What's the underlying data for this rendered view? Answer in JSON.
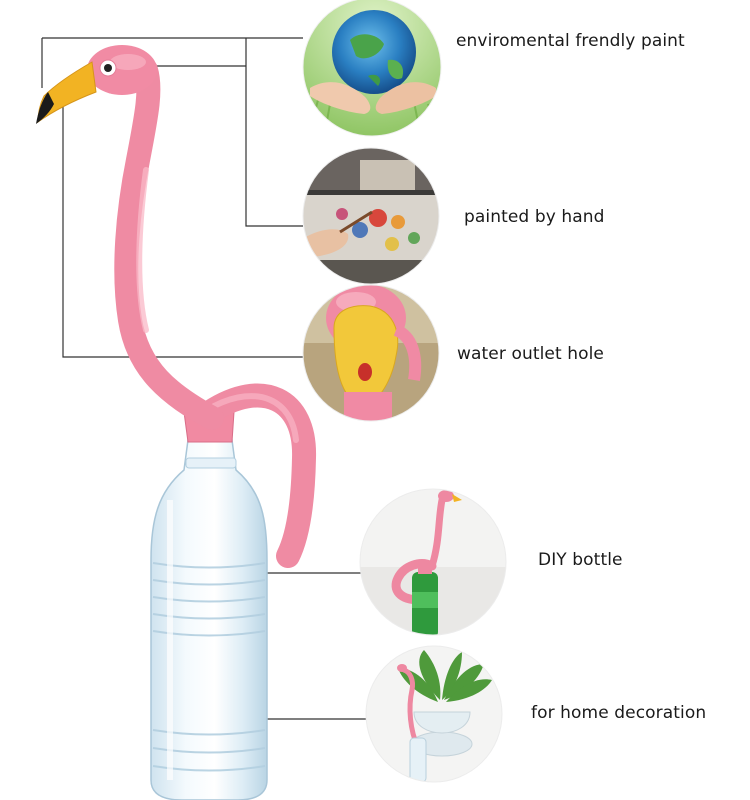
{
  "features": [
    {
      "label": "enviromental frendly paint",
      "photo": "hands-holding-earth"
    },
    {
      "label": "painted by hand",
      "photo": "hand-painting-palette"
    },
    {
      "label": "water outlet hole",
      "photo": "flamingo-beak-closeup"
    },
    {
      "label": "DIY bottle",
      "photo": "flamingo-on-green-bottle"
    },
    {
      "label": "for home decoration",
      "photo": "flamingo-with-potted-plant"
    }
  ],
  "colors": {
    "flamingo_pink": "#f28aa3",
    "beak_yellow": "#f2b323",
    "beak_tip": "#1b1b1b",
    "leader_line": "#333333"
  }
}
